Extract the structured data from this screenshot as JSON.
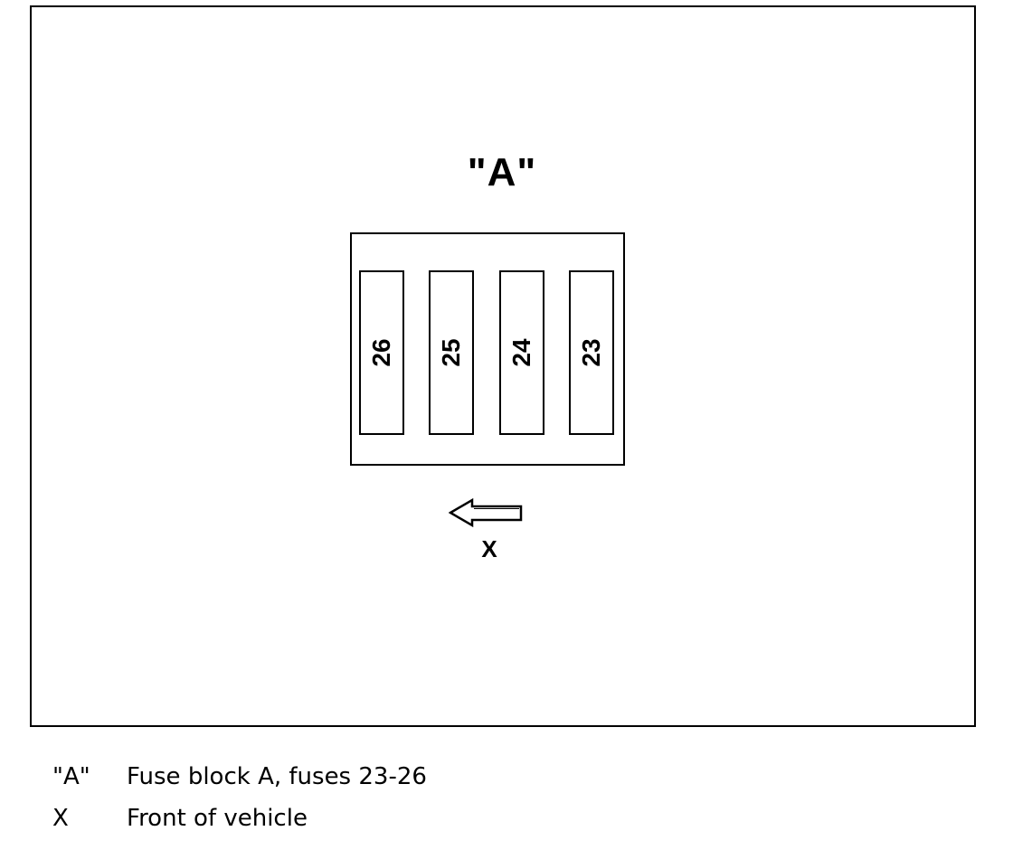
{
  "diagram": {
    "block_label": "\"A\"",
    "fuses": [
      "26",
      "25",
      "24",
      "23"
    ],
    "direction_label": "X"
  },
  "legend": [
    {
      "key": "\"A\"",
      "text": "Fuse block A, fuses 23-26"
    },
    {
      "key": "X",
      "text": "Front of vehicle"
    }
  ]
}
